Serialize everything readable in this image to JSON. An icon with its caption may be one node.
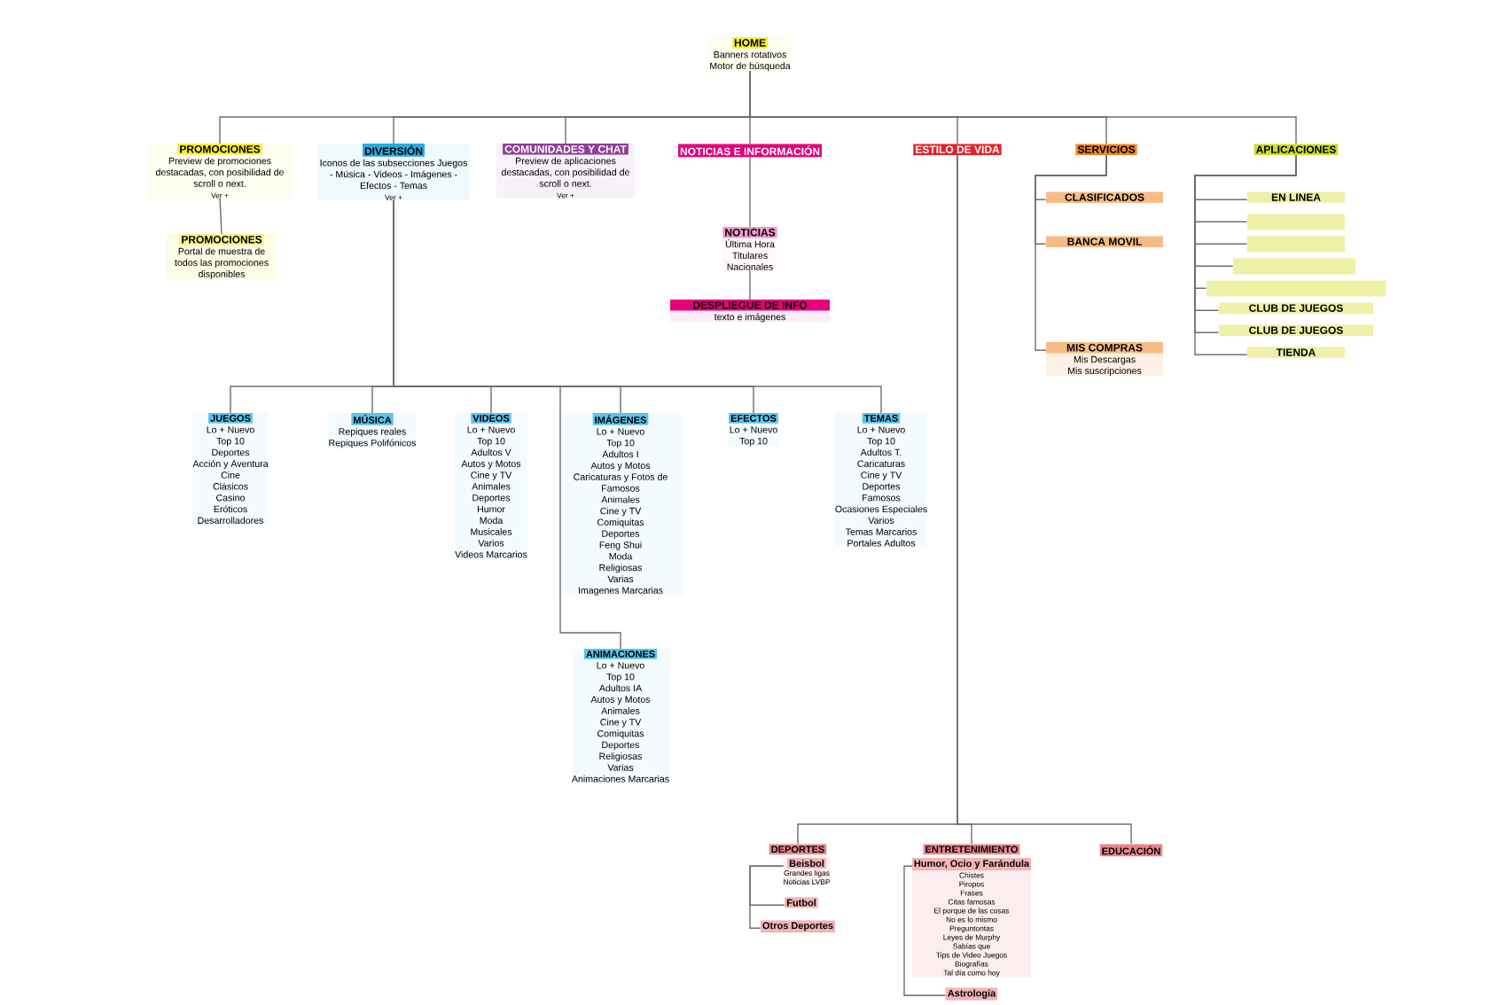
{
  "diagram": {
    "nodes": [
      {
        "text": [
          "HOME",
          "Banners rotativos",
          "Motor de búsqueda"
        ]
      },
      {
        "text": [
          "PROMOCIONES",
          "Preview de promociones destacadas, con posibilidad de scroll o next.",
          "Ver +"
        ]
      },
      {
        "text": [
          "PROMOCIONES",
          "Portal de muestra de todos las promociones disponibles"
        ]
      },
      {
        "text": [
          "DIVERSIÓN",
          "Iconos de las subsecciones Juegos - Música - Videos - Imágenes - Efectos - Temas",
          "Ver +"
        ]
      },
      {
        "text": [
          "COMUNIDADES Y CHAT",
          "Preview de aplicaciones destacadas, con posibilidad de scroll o next.",
          "Ver +"
        ]
      },
      {
        "text": [
          "NOTICIAS E INFORMACIÓN"
        ]
      },
      {
        "text": [
          "NOTICIAS",
          "Última Hora",
          "Titulares",
          "Nacionales"
        ]
      },
      {
        "text": [
          "DESPLIEGUE DE INFO",
          "texto e imágenes"
        ]
      },
      {
        "text": [
          "ESTILO DE VIDA"
        ]
      },
      {
        "text": [
          "SERVICIOS"
        ]
      },
      {
        "text": [
          "CLASIFICADOS"
        ]
      },
      {
        "text": [
          "BANCA MOVIL"
        ]
      },
      {
        "text": [
          "MIS COMPRAS",
          "Mis Descargas",
          "Mis suscripciones"
        ]
      },
      {
        "text": [
          "APLICACIONES"
        ]
      },
      {
        "text": [
          "EN LINEA"
        ]
      },
      {
        "text": [],
        "shape": "box"
      },
      {
        "text": [],
        "shape": "box"
      },
      {
        "text": [],
        "shape": "box"
      },
      {
        "text": [],
        "shape": "box"
      },
      {
        "text": [
          "CLUB DE JUEGOS"
        ]
      },
      {
        "text": [
          "CLUB DE JUEGOS"
        ]
      },
      {
        "text": [
          "TIENDA"
        ]
      },
      {
        "text": [
          "JUEGOS",
          "Lo + Nuevo",
          "Top 10",
          "Deportes",
          "Acción y Aventura",
          "Cine",
          "Clásicos",
          "Casino",
          "Eróticos",
          "Desarrolladores"
        ]
      },
      {
        "text": [
          "MÚSICA",
          "Repiques reales",
          "Repiques Polifónicos"
        ]
      },
      {
        "text": [
          "VIDEOS",
          "Lo + Nuevo",
          "Top 10",
          "Adultos V",
          "Autos y Motos",
          "Cine y TV",
          "Animales",
          "Deportes",
          "Humor",
          "Moda",
          "Musicales",
          "Varios",
          "Videos Marcarios"
        ]
      },
      {
        "text": [
          "IMÁGENES",
          "Lo + Nuevo",
          "Top 10",
          "Adultos I",
          "Autos y Motos",
          "Caricaturas y Fotos de Famosos",
          "Animales",
          "Cine y TV",
          "Comiquitas",
          "Deportes",
          "Feng Shui",
          "Moda",
          "Religiosas",
          "Varias",
          "Imagenes Marcarias"
        ]
      },
      {
        "text": [
          "ANIMACIONES",
          "Lo + Nuevo",
          "Top 10",
          "Adultos IA",
          "Autos y Motos",
          "Animales",
          "Cine y TV",
          "Comiquitas",
          "Deportes",
          "Religiosas",
          "Varias",
          "Animaciones Marcarias"
        ]
      },
      {
        "text": [
          "EFECTOS",
          "Lo + Nuevo",
          "Top 10"
        ]
      },
      {
        "text": [
          "TEMAS",
          "Lo + Nuevo",
          "Top 10",
          "Adultos T.",
          "Caricaturas",
          "Cine y TV",
          "Deportes",
          "Famosos",
          "Ocasiones Especiales",
          "Varios",
          "Temas Marcarios",
          "Portales Adultos"
        ]
      },
      {
        "text": [
          "DEPORTES"
        ]
      },
      {
        "text": [
          "Beisbol",
          "Grandes ligas",
          "Noticias LVBP"
        ]
      },
      {
        "text": [
          "Futbol"
        ]
      },
      {
        "text": [
          "Otros Deportes"
        ]
      },
      {
        "text": [
          "ENTRETENIMIENTO"
        ]
      },
      {
        "text": [
          "Humor, Ocio y Farándula",
          "Chistes",
          "Piropos",
          "Frases",
          "Citas famosas",
          "El porque de las cosas",
          "No es lo mismo",
          "Preguntontas",
          "Leyes de Murphy",
          "Sabías que",
          "Tips de Video Juegos",
          "Biografías",
          "Tal día como hoy"
        ]
      },
      {
        "text": [
          "Astrología"
        ]
      },
      {
        "text": [
          "EDUCACIÓN"
        ]
      }
    ],
    "edges": [
      {
        "from": 0,
        "to": 1,
        "arrow": "none"
      },
      {
        "from": 0,
        "to": 3,
        "arrow": "none"
      },
      {
        "from": 0,
        "to": 4,
        "arrow": "none"
      },
      {
        "from": 0,
        "to": 5,
        "arrow": "none"
      },
      {
        "from": 0,
        "to": 8,
        "arrow": "none"
      },
      {
        "from": 0,
        "to": 9,
        "arrow": "none"
      },
      {
        "from": 0,
        "to": 13,
        "arrow": "none"
      },
      {
        "from": 1,
        "to": 2,
        "arrow": "none"
      },
      {
        "from": 5,
        "to": 6,
        "arrow": "none"
      },
      {
        "from": 6,
        "to": 7,
        "arrow": "none"
      },
      {
        "from": 9,
        "to": 10,
        "arrow": "none"
      },
      {
        "from": 9,
        "to": 11,
        "arrow": "none"
      },
      {
        "from": 9,
        "to": 12,
        "arrow": "none"
      },
      {
        "from": 13,
        "to": 14,
        "arrow": "none"
      },
      {
        "from": 13,
        "to": 15,
        "arrow": "none"
      },
      {
        "from": 13,
        "to": 16,
        "arrow": "none"
      },
      {
        "from": 13,
        "to": 17,
        "arrow": "none"
      },
      {
        "from": 13,
        "to": 18,
        "arrow": "none"
      },
      {
        "from": 13,
        "to": 19,
        "arrow": "none"
      },
      {
        "from": 13,
        "to": 20,
        "arrow": "none"
      },
      {
        "from": 13,
        "to": 21,
        "arrow": "none"
      },
      {
        "from": 3,
        "to": 22,
        "arrow": "none"
      },
      {
        "from": 3,
        "to": 23,
        "arrow": "none"
      },
      {
        "from": 3,
        "to": 24,
        "arrow": "none"
      },
      {
        "from": 3,
        "to": 25,
        "arrow": "none"
      },
      {
        "from": 3,
        "to": 26,
        "arrow": "none"
      },
      {
        "from": 3,
        "to": 27,
        "arrow": "none"
      },
      {
        "from": 3,
        "to": 28,
        "arrow": "none"
      },
      {
        "from": 8,
        "to": 29,
        "arrow": "none"
      },
      {
        "from": 8,
        "to": 33,
        "arrow": "none"
      },
      {
        "from": 8,
        "to": 36,
        "arrow": "none"
      },
      {
        "from": 30,
        "to": 31,
        "arrow": "none"
      },
      {
        "from": 30,
        "to": 32,
        "arrow": "none"
      },
      {
        "from": 34,
        "to": 35,
        "arrow": "none"
      }
    ]
  }
}
